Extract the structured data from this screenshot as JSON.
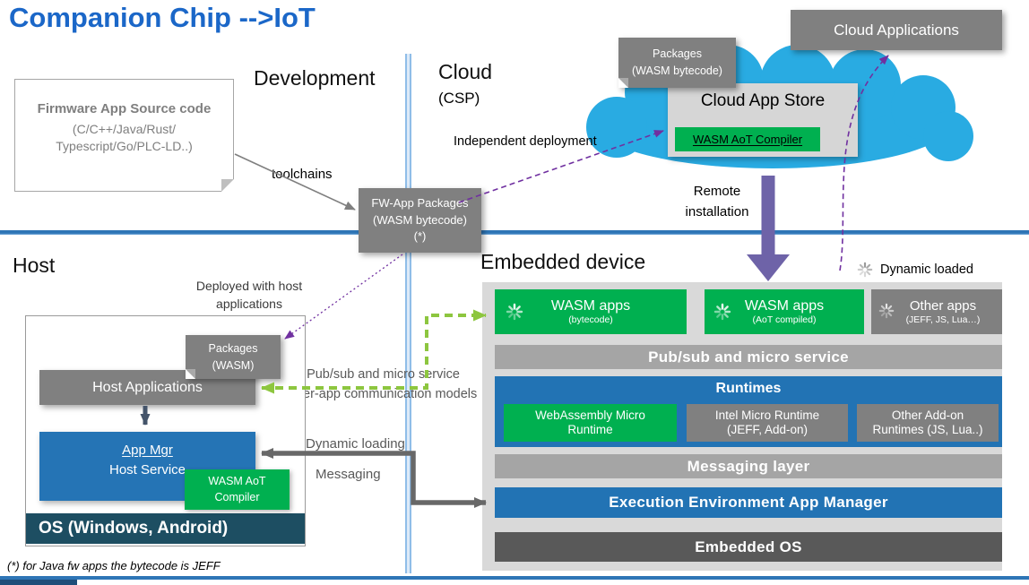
{
  "title": "Companion Chip -->IoT",
  "footnote": "(*) for Java fw apps the bytecode is JEFF",
  "sections": {
    "development": "Development",
    "cloud": "Cloud",
    "cloud_sub": "(CSP)",
    "host": "Host",
    "embedded": "Embedded device"
  },
  "labels": {
    "toolchains": "toolchains",
    "independent_deployment": "Independent deployment",
    "remote_line1": "Remote",
    "remote_line2": "installation",
    "deployed_line1": "Deployed with host",
    "deployed_line2": "applications",
    "pubsub_line1": "Pub/sub and micro service",
    "pubsub_line2": "inter-app communication models",
    "dynamic_loading": "Dynamic loading",
    "messaging": "Messaging",
    "dynamic_loaded": "Dynamic loaded"
  },
  "cloud": {
    "applications": "Cloud Applications",
    "store": "Cloud App Store",
    "compiler": "WASM AoT Compiler",
    "packages_line1": "Packages",
    "packages_line2": "(WASM bytecode)"
  },
  "firmware": {
    "line1": "Firmware App Source code",
    "line2": "(C/C++/Java/Rust/",
    "line3": "Typescript/Go/PLC-LD..)"
  },
  "fw_packages": {
    "line1": "FW-App Packages",
    "line2": "(WASM bytecode)",
    "line3": "(*)"
  },
  "host": {
    "applications": "Host Applications",
    "packages_line1": "Packages",
    "packages_line2": "(WASM)",
    "app_mgr_line1": "App Mgr",
    "app_mgr_line2": "Host Service",
    "compiler_line1": "WASM AoT",
    "compiler_line2": "Compiler",
    "os": "OS (Windows, Android)"
  },
  "embedded": {
    "apps": [
      {
        "title": "WASM apps",
        "sub": "(bytecode)"
      },
      {
        "title": "WASM apps",
        "sub": "(AoT compiled)"
      },
      {
        "title": "Other apps",
        "sub": "(JEFF, JS, Lua…)"
      }
    ],
    "pubsub_bar": "Pub/sub and micro service",
    "runtimes_title": "Runtimes",
    "runtimes": [
      {
        "line1": "WebAssembly Micro",
        "line2": "Runtime"
      },
      {
        "line1": "Intel Micro Runtime",
        "line2": "(JEFF, Add-on)"
      },
      {
        "line1": "Other Add-on",
        "line2": "Runtimes (JS, Lua..)"
      }
    ],
    "messaging_bar": "Messaging layer",
    "exec_bar": "Execution Environment App Manager",
    "os_bar": "Embedded OS"
  },
  "icons": {
    "loading": "spinner-icon"
  },
  "colors": {
    "title_blue": "#1B67C8",
    "cloud_blue": "#29ABE2",
    "green": "#00B050",
    "gray_box": "#808080",
    "blue_box": "#2574B5",
    "panel_gray": "#D9D9D9",
    "bar_gray": "#A5A5A5",
    "dark_bar": "#595959",
    "os_teal": "#1D4E62",
    "purple": "#7030A0",
    "arrow_purple": "#6E63A8",
    "arrow_green": "#8DC63F",
    "arrow_gray": "#686868"
  }
}
